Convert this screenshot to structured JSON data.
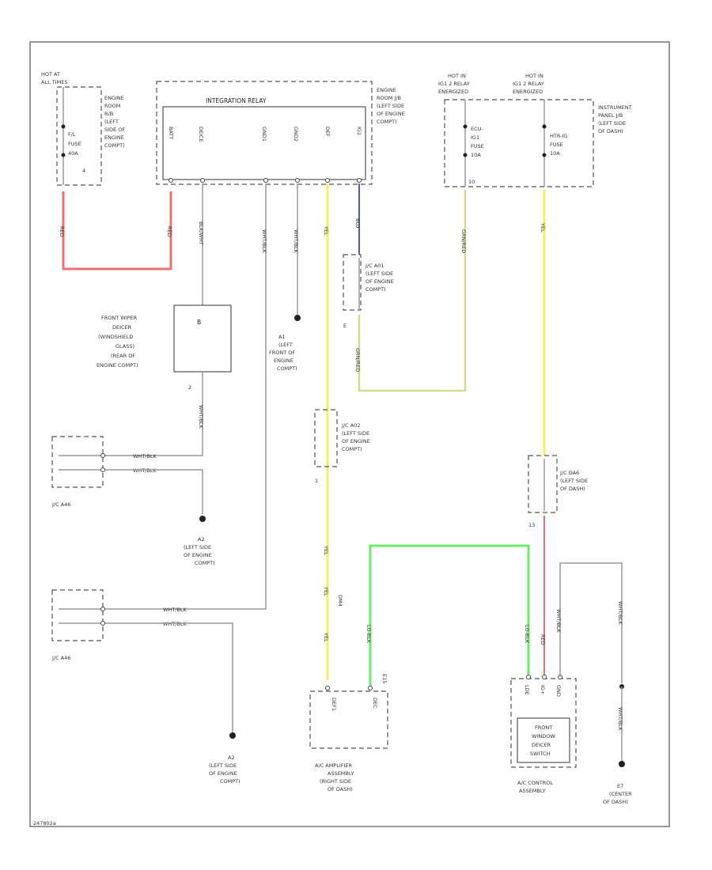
{
  "colors": {
    "red": "#f07070",
    "yellow": "#f2f25a",
    "green": "#66ee66",
    "blue": "#5555dd",
    "olive": "#d6d98a",
    "gray": "#8a8a8a"
  },
  "footer": {
    "code": "247802a"
  },
  "power": {
    "hot_at_all": [
      "HOT AT",
      "ALL TIMES"
    ],
    "engine_room_rb": [
      "ENGINE",
      "ROOM",
      "R/B",
      "(LEFT",
      "SIDE OF",
      "ENGINE",
      "COMPT)"
    ],
    "fuse_fl": [
      "F/L",
      "FUSE",
      "40A"
    ],
    "hot_ig_a": [
      "HOT IN",
      "IG1 2 RELAY",
      "ENERGIZED"
    ],
    "hot_ig_b": [
      "HOT IN",
      "IG1 2 RELAY",
      "ENERGIZED"
    ],
    "fuse_ecu": [
      "ECU-",
      "IG1",
      "FUSE",
      "10A"
    ],
    "fuse_heater": [
      "HTR-IG",
      "FUSE",
      "10A"
    ],
    "instrument_jb": [
      "INSTRUMENT",
      "PANEL J/B",
      "(LEFT SIDE",
      "OF DASH)"
    ]
  },
  "relay": {
    "title": "INTEGRATION RELAY",
    "pins": [
      "BATT",
      "DEICE",
      "GND1",
      "GND2",
      "DEF",
      "IG1"
    ],
    "location": [
      "ENGINE",
      "ROOM J/B",
      "(LEFT SIDE",
      "OF ENGINE",
      "COMPT)"
    ]
  },
  "wire_labels": {
    "red_left": "RED",
    "red_right": "RED",
    "blk_wht": "BLK/WHT",
    "wht_blk_1": "WHT/BLK",
    "wht_blk_2": "WHT/BLK",
    "yel_1": "YEL",
    "blu": "BLU",
    "grn_1": "GRN/RED",
    "yel_2": "YEL",
    "wht_blk_3": "WHT/BLK",
    "wht_blk_h1": "WHT/BLK",
    "wht_blk_h2": "WHT/BLK",
    "wht_blk_h3": "WHT/BLK",
    "wht_blk_h4": "WHT/BLK",
    "grn_2": "GRN/RED",
    "yel_3": "YEL",
    "yel_4": "YEL",
    "yel_5": "YEL",
    "lg_blk": "LG-BLK",
    "red_3": "RED",
    "wht_blk_4": "WHT/BLK",
    "wht_blk_5": "WHT/BLK",
    "wht_blk_6": "WHT/BLK",
    "dash_ref": "DM4"
  },
  "components": {
    "deicer": {
      "name": [
        "FRONT WIPER",
        "DEICER",
        "(WINDSHIELD",
        "GLASS)",
        "(REAR OF",
        "ENGINE COMPT)"
      ],
      "symbol": "B"
    },
    "jc_a1": [
      "J/C A01",
      "(LEFT SIDE",
      "OF ENGINE",
      "COMPT)"
    ],
    "jc_a2": [
      "J/C A02",
      "(LEFT SIDE",
      "OF ENGINE",
      "COMPT)"
    ],
    "jc_dash": [
      "J/C DA6",
      "(LEFT SIDE",
      "OF DASH)"
    ],
    "ground_a1": [
      "A1",
      "(LEFT",
      "FRONT OF",
      "ENGINE",
      "COMPT)"
    ],
    "jc_a46_top": "J/C A46",
    "jc_a46_bot": "J/C A46",
    "ground_a2_top": [
      "A2",
      "(LEFT SIDE",
      "OF ENGINE",
      "COMPT)"
    ],
    "ground_a2_bot": [
      "A2",
      "(LEFT SIDE",
      "OF ENGINE",
      "COMPT)"
    ],
    "ac_amp": {
      "name": [
        "A/C AMPLIFIER",
        "ASSEMBLY",
        "(RIGHT SIDE",
        "OF DASH)"
      ],
      "pins": [
        "DEF1",
        "DEC"
      ]
    },
    "ac_ctrl": {
      "name": [
        "A/C CONTROL",
        "ASSEMBLY"
      ],
      "pins": [
        "LDE",
        "IG+",
        "GND"
      ],
      "switch": [
        "FRONT",
        "WINDOW",
        "DEICER",
        "SWITCH"
      ]
    },
    "ground_e7": [
      "E7",
      "(CENTER",
      "OF DASH)"
    ]
  },
  "pin_numbers": {
    "p_e": "E",
    "p_2": "2",
    "p_4": "4",
    "p_10": "10",
    "p_13": "13",
    "p_37": "E15",
    "p_1": "1"
  }
}
